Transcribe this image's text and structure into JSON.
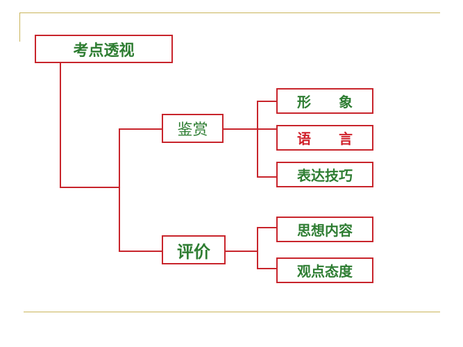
{
  "diagram": {
    "root": {
      "label": "考点透视"
    },
    "branches": [
      {
        "label": "鉴赏",
        "children": [
          "形　　象",
          "语　　言",
          "表达技巧"
        ]
      },
      {
        "label": "评价",
        "children": [
          "思想内容",
          "观点态度"
        ]
      }
    ]
  },
  "colors": {
    "box_border": "#c8242b",
    "text_green": "#2e7d32",
    "text_red": "#d0202a",
    "frame_gold": "#c9b45a"
  }
}
